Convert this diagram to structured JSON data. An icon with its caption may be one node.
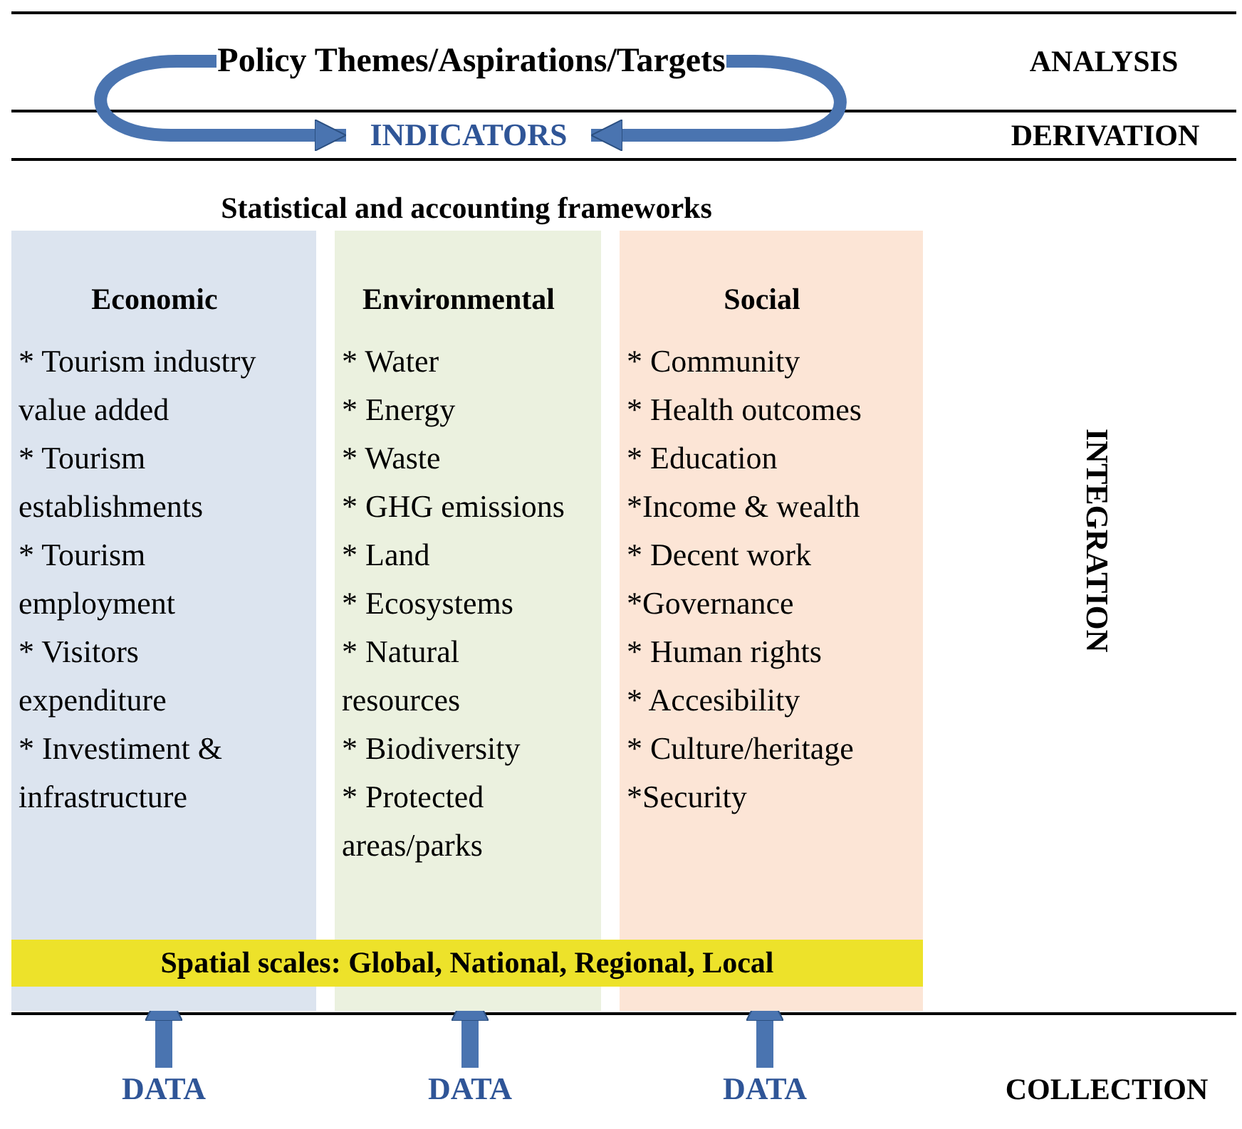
{
  "diagram": {
    "nodes": [
      {
        "text": [
          "Policy Themes/Aspirations/Targets"
        ]
      },
      {
        "text": [
          "INDICATORS"
        ]
      },
      {
        "text": [
          "Economic",
          "* Tourism industry value added",
          "* Tourism establishments",
          "* Tourism employment",
          "* Visitors expenditure",
          "* Investiment & infrastructure"
        ]
      },
      {
        "text": [
          "Environmental",
          "* Water",
          "* Energy",
          "* Waste",
          "* GHG emissions",
          "* Land",
          "* Ecosystems",
          "* Natural resources",
          "* Biodiversity",
          "* Protected areas/parks"
        ]
      },
      {
        "text": [
          "Social",
          "* Community",
          "* Health outcomes",
          "* Education",
          "*Income & wealth",
          "* Decent work",
          "*Governance",
          "* Human rights",
          "* Accesibility",
          "* Culture/heritage",
          "*Security"
        ]
      },
      {
        "text": [
          "Spatial scales: Global, National, Regional, Local"
        ]
      },
      {
        "text": [
          "DATA"
        ]
      },
      {
        "text": [
          "DATA"
        ]
      },
      {
        "text": [
          "DATA"
        ]
      }
    ],
    "edges": [
      {
        "from": 0,
        "to": 1,
        "arrow": "to"
      },
      {
        "from": 0,
        "to": 1,
        "arrow": "to"
      },
      {
        "from": 6,
        "to": 5,
        "arrow": "to"
      },
      {
        "from": 7,
        "to": 5,
        "arrow": "to"
      },
      {
        "from": 8,
        "to": 5,
        "arrow": "to"
      }
    ],
    "labels": [
      "ANALYSIS",
      "DERIVATION",
      "Statistical and accounting frameworks",
      "INTEGRATION",
      "COLLECTION"
    ]
  }
}
